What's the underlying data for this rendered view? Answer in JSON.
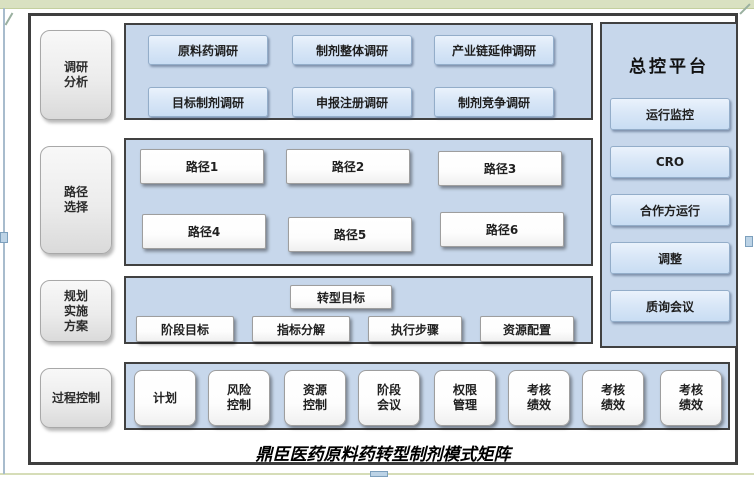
{
  "canvas": {
    "title": "鼎臣医药原料药转型制剂模式矩阵"
  },
  "left_rail": {
    "items": [
      {
        "label": "调研\n分析"
      },
      {
        "label": "路径\n选择"
      },
      {
        "label": "规划\n实施\n方案"
      },
      {
        "label": "过程控制"
      }
    ]
  },
  "research": {
    "items": [
      "原料药调研",
      "制剂整体调研",
      "产业链延伸调研",
      "目标制剂调研",
      "申报注册调研",
      "制剂竞争调研"
    ]
  },
  "paths": {
    "items": [
      "路径1",
      "路径2",
      "路径3",
      "路径4",
      "路径5",
      "路径6"
    ]
  },
  "planning": {
    "goal": "转型目标",
    "items": [
      "阶段目标",
      "指标分解",
      "执行步骤",
      "资源配置"
    ]
  },
  "process": {
    "items": [
      "计划",
      "风险\n控制",
      "资源\n控制",
      "阶段\n会议",
      "权限\n管理",
      "考核\n绩效",
      "考核\n绩效",
      "考核\n绩效"
    ]
  },
  "control_panel": {
    "title": "总控平台",
    "items": [
      "运行监控",
      "CRO",
      "合作方运行",
      "调整",
      "质询会议"
    ]
  },
  "colors": {
    "panel_blue": "#c7d7eb",
    "button_blue": "#d9e7f7",
    "frame_border": "#3f3f3f",
    "strip_green": "#d9e1c1",
    "grey_shape": "#e8e8e8"
  }
}
